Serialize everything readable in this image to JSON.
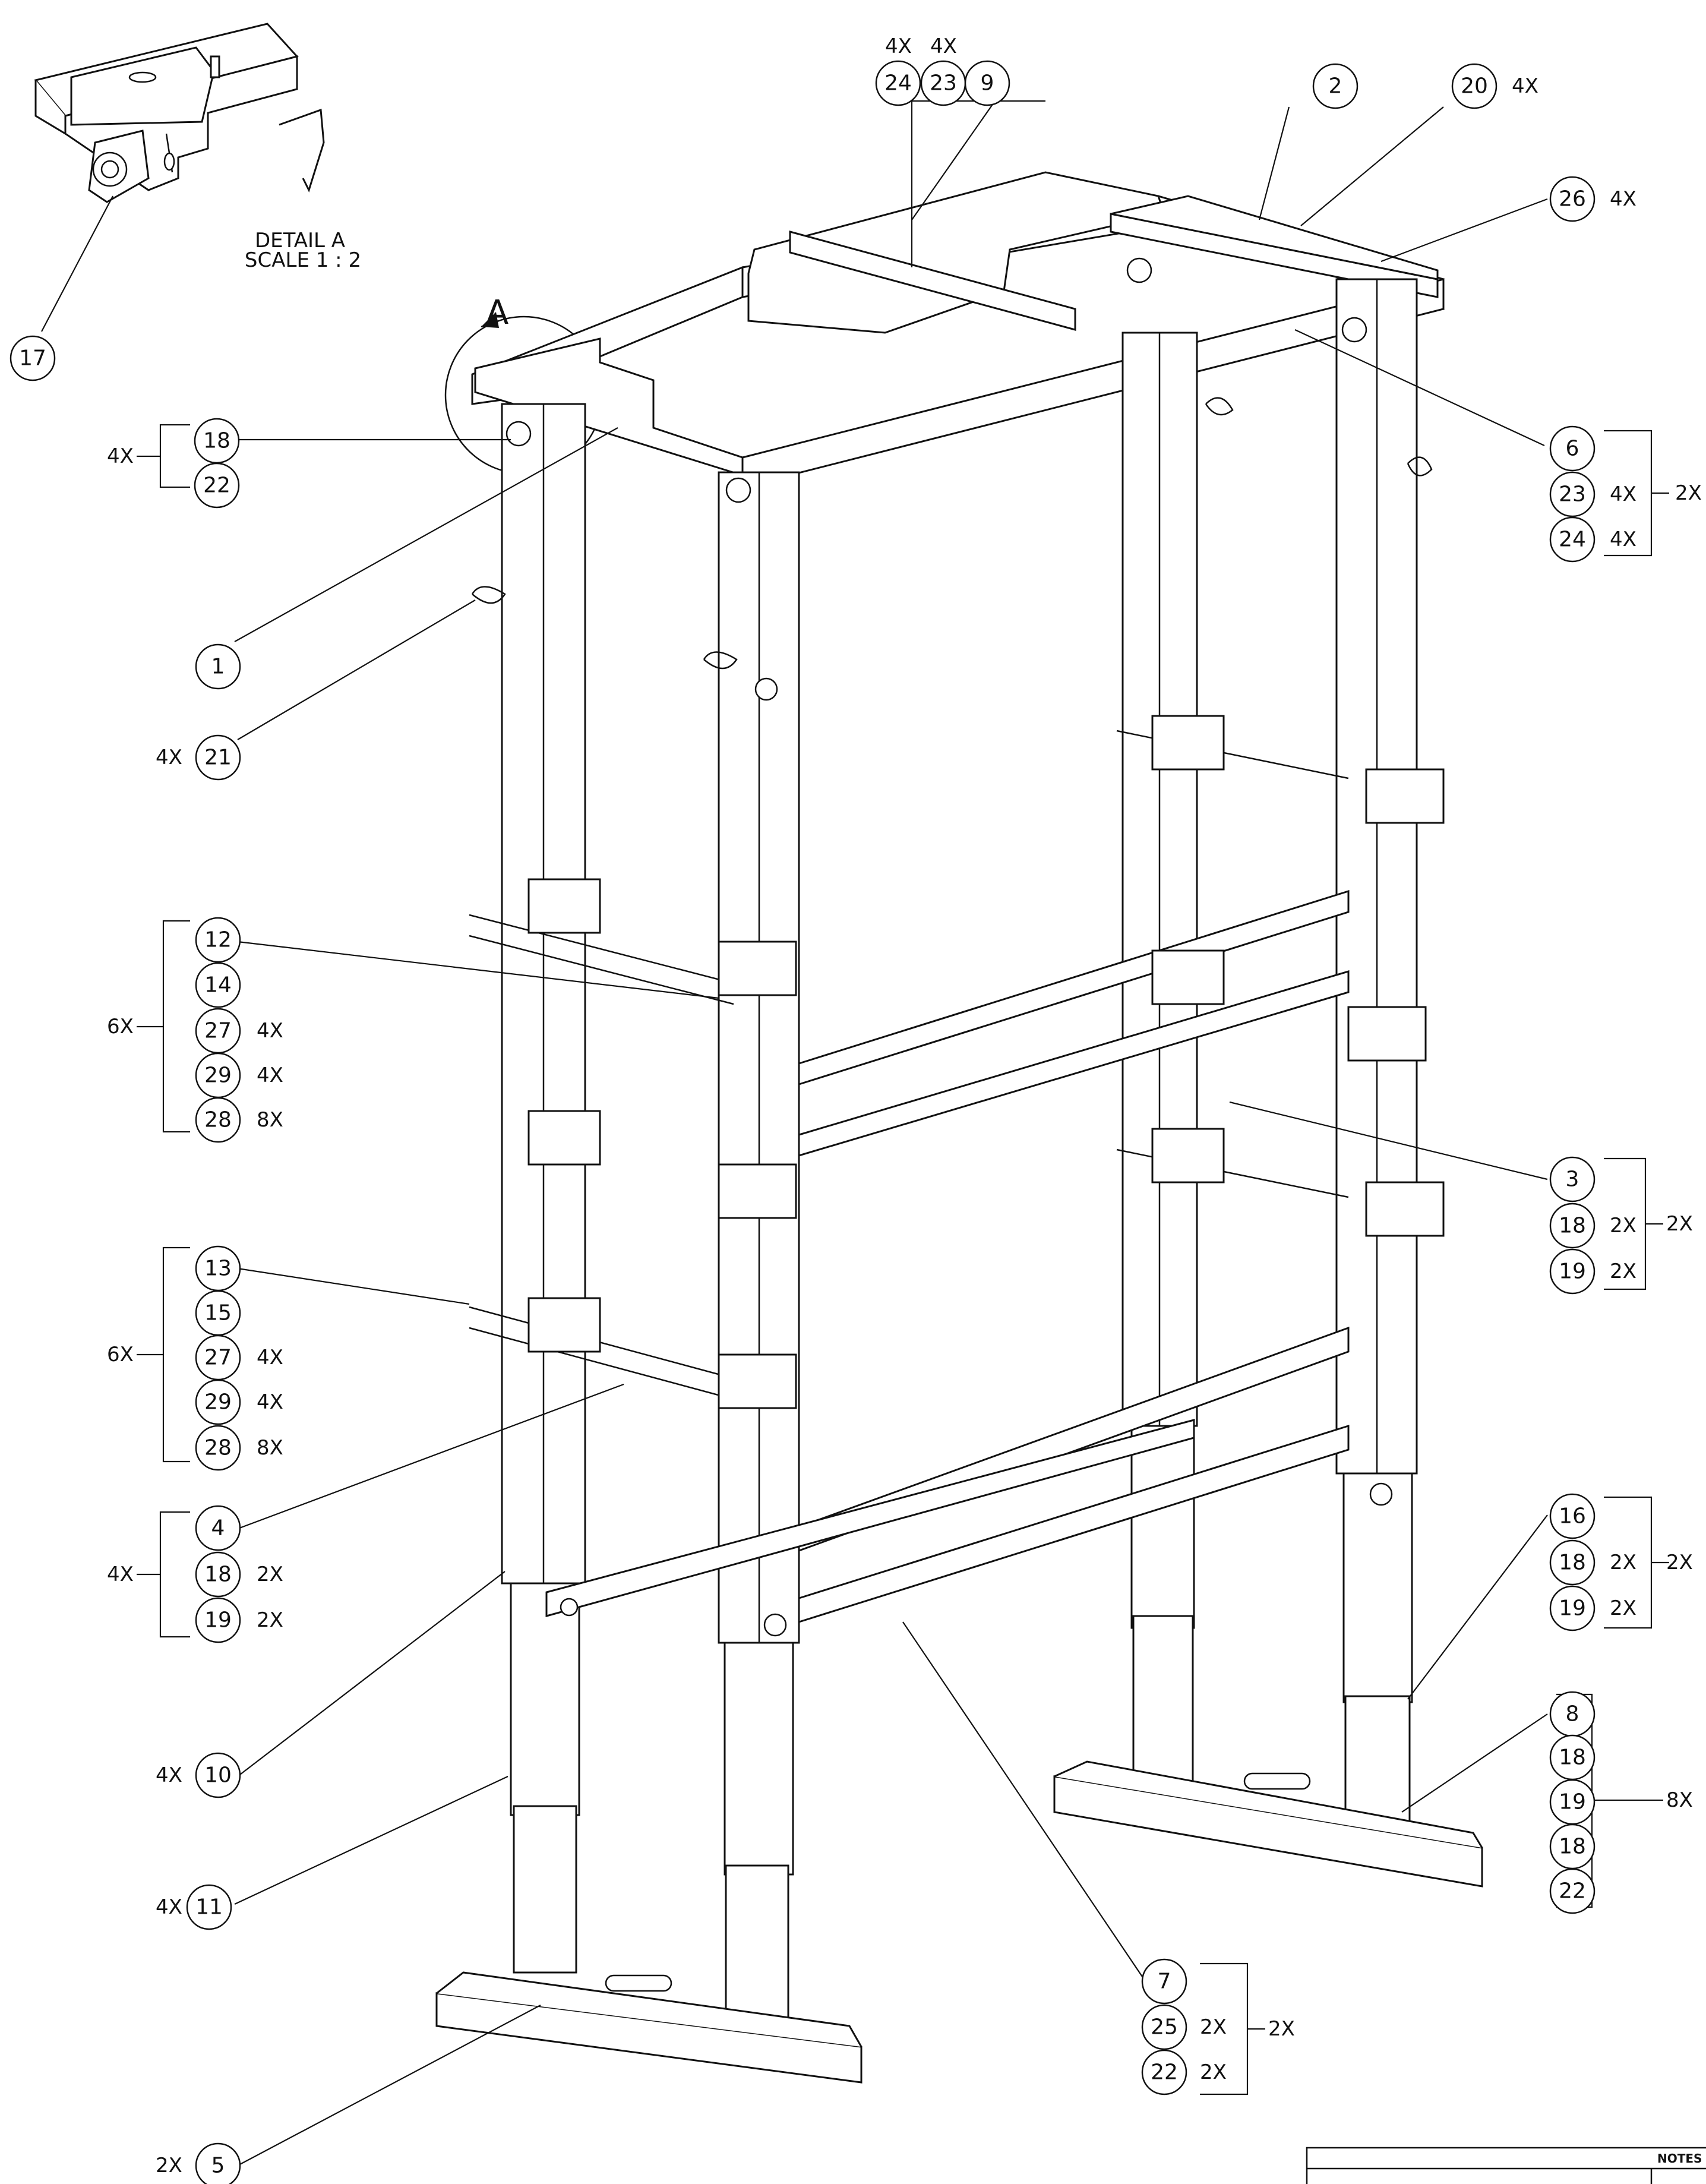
{
  "detail": {
    "view_letter": "A",
    "title_line1": "DETAIL A",
    "title_line2": "SCALE 1 : 2"
  },
  "notes_block": {
    "title": "NOTES A"
  },
  "balloons": {
    "b17": "17",
    "b24t": "24",
    "b23t": "23",
    "b9": "9",
    "b2": "2",
    "b20": "20",
    "b26": "26",
    "b18a": "18",
    "b22a": "22",
    "b1": "1",
    "b21": "21",
    "b6": "6",
    "b23r": "23",
    "b24r": "24",
    "g12": [
      "12",
      "14",
      "27",
      "29",
      "28"
    ],
    "g13": [
      "13",
      "15",
      "27",
      "29",
      "28"
    ],
    "b3": "3",
    "b18b": "18",
    "b19b": "19",
    "b4": "4",
    "b18c": "18",
    "b19c": "19",
    "b10": "10",
    "b11": "11",
    "b5": "5",
    "b16": "16",
    "b18d": "18",
    "b19d": "19",
    "g8": [
      "8",
      "18",
      "19",
      "18",
      "22"
    ],
    "b7": "7",
    "b25": "25",
    "b22g": "22"
  },
  "quantities": {
    "q24t": "4X",
    "q23t": "4X",
    "q20": "4X",
    "q26": "4X",
    "q18a": "4X",
    "q21": "4X",
    "q23r": "4X",
    "q24r": "4X",
    "q6g": "2X",
    "g12": "6X",
    "q27a": "4X",
    "q29a": "4X",
    "q28a": "8X",
    "g13": "6X",
    "q27b": "4X",
    "q29b": "4X",
    "q28b": "8X",
    "q18b": "2X",
    "q19b": "2X",
    "q3g": "2X",
    "g4": "4X",
    "q18c": "2X",
    "q19c": "2X",
    "q10": "4X",
    "q11": "4X",
    "q5": "2X",
    "q18d": "2X",
    "q19d": "2X",
    "q16g": "2X",
    "q8g": "8X",
    "q25": "2X",
    "q22g": "2X",
    "q7g": "2X"
  }
}
